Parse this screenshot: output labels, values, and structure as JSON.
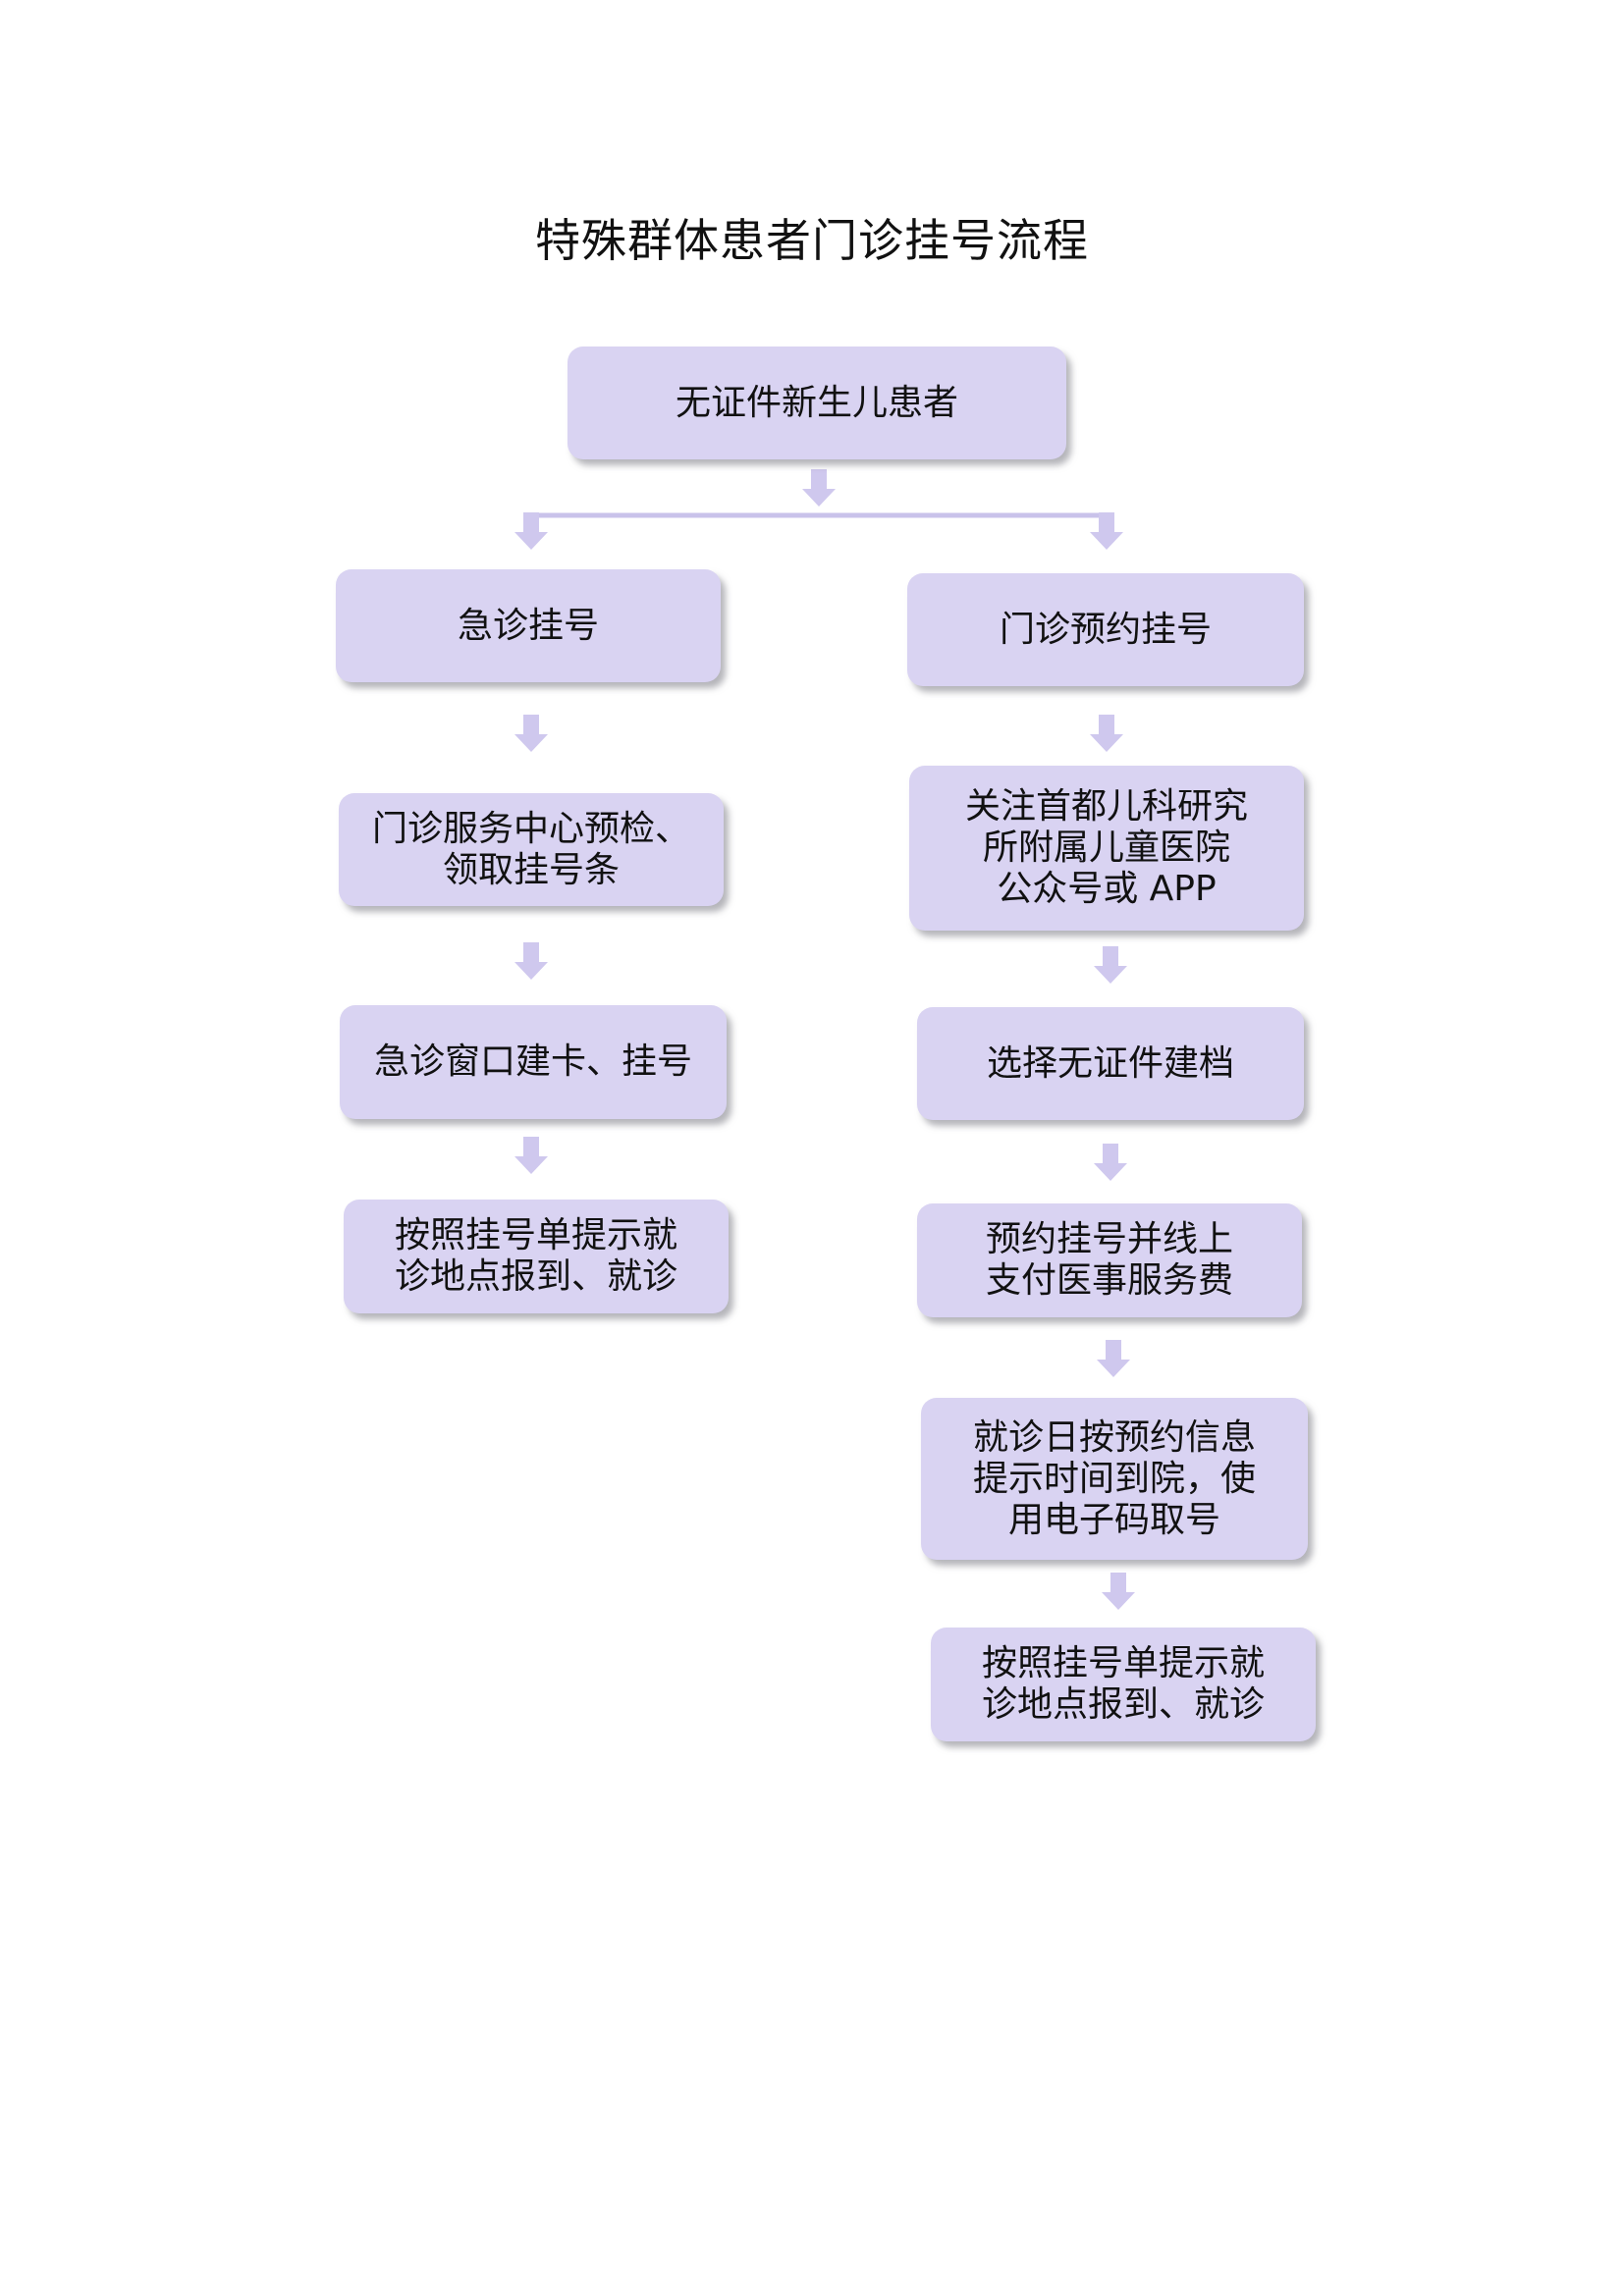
{
  "title": "特殊群体患者门诊挂号流程",
  "start": {
    "lines": [
      "无证件新生儿患者"
    ]
  },
  "left_branch": [
    {
      "lines": [
        "急诊挂号"
      ]
    },
    {
      "lines": [
        "门诊服务中心预检、",
        "领取挂号条"
      ]
    },
    {
      "lines": [
        "急诊窗口建卡、挂号"
      ]
    },
    {
      "lines": [
        "按照挂号单提示就",
        "诊地点报到、就诊"
      ]
    }
  ],
  "right_branch": [
    {
      "lines": [
        "门诊预约挂号"
      ]
    },
    {
      "lines": [
        "关注首都儿科研究",
        "所附属儿童医院",
        "公众号或 APP"
      ]
    },
    {
      "lines": [
        "选择无证件建档"
      ]
    },
    {
      "lines": [
        "预约挂号并线上",
        "支付医事服务费"
      ]
    },
    {
      "lines": [
        "就诊日按预约信息",
        "提示时间到院，使",
        "用电子码取号"
      ]
    },
    {
      "lines": [
        "按照挂号单提示就",
        "诊地点报到、就诊"
      ]
    }
  ],
  "colors": {
    "box_fill": "#d9d3f2",
    "arrow_fill": "#cfc8ee",
    "connector": "#c9c2ea"
  }
}
